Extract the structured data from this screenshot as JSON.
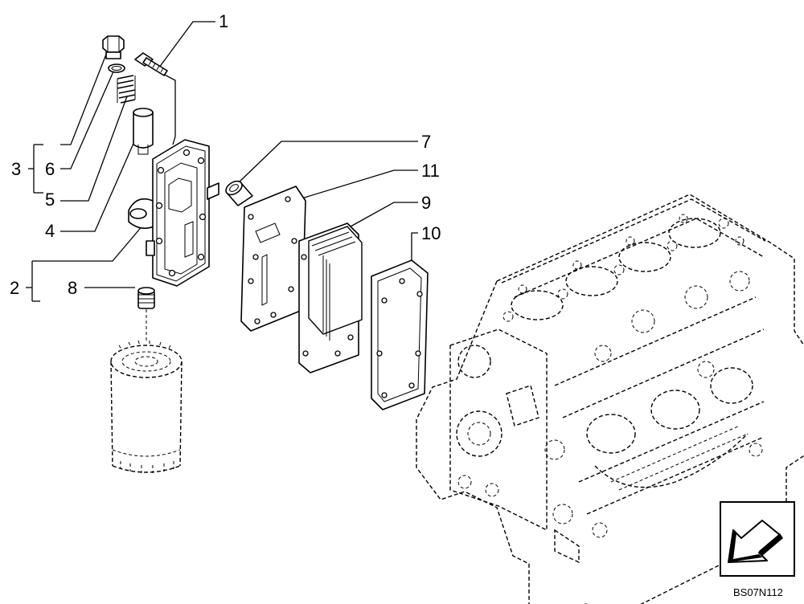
{
  "callouts": {
    "c1": "1",
    "c2": "2",
    "c3": "3",
    "c4": "4",
    "c5": "5",
    "c6": "6",
    "c7": "7",
    "c8": "8",
    "c9": "9",
    "c10": "10",
    "c11": "11"
  },
  "figure_code": "BS07N112",
  "icons": {
    "nav": "left-down-arrow-icon"
  }
}
